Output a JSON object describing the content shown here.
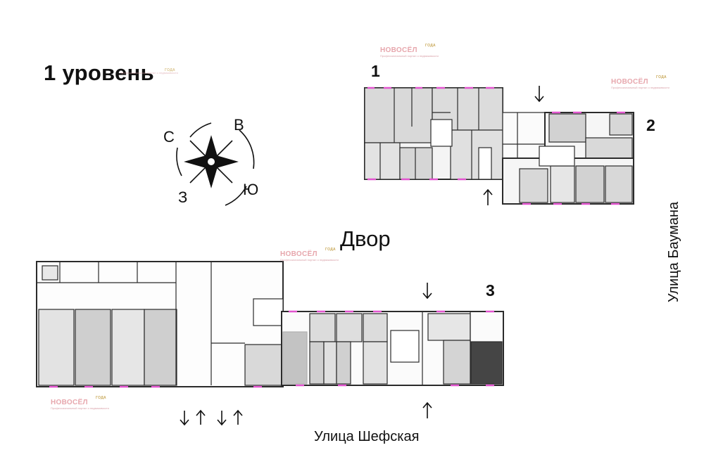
{
  "level_title": "1 уровень",
  "courtyard_label": "Двор",
  "streets": {
    "bottom": "Улица Шефская",
    "right": "Улица Баумана"
  },
  "buildings": [
    {
      "number": "1"
    },
    {
      "number": "2"
    },
    {
      "number": "3"
    }
  ],
  "compass": {
    "north": "С",
    "east": "В",
    "south": "Ю",
    "west": "З"
  },
  "watermark": {
    "brand": "НОВОСЁЛ",
    "tagline": "Профессиональный портал о недвижимости",
    "year_badge": "ГОДА"
  },
  "colors": {
    "wall": "#2b2b2b",
    "room_light": "#e6e6e6",
    "room_mid": "#cfcfcf",
    "room_dark": "#4a4a4a",
    "window_accent": "#e255cf",
    "watermark": "#e7a7ad"
  }
}
